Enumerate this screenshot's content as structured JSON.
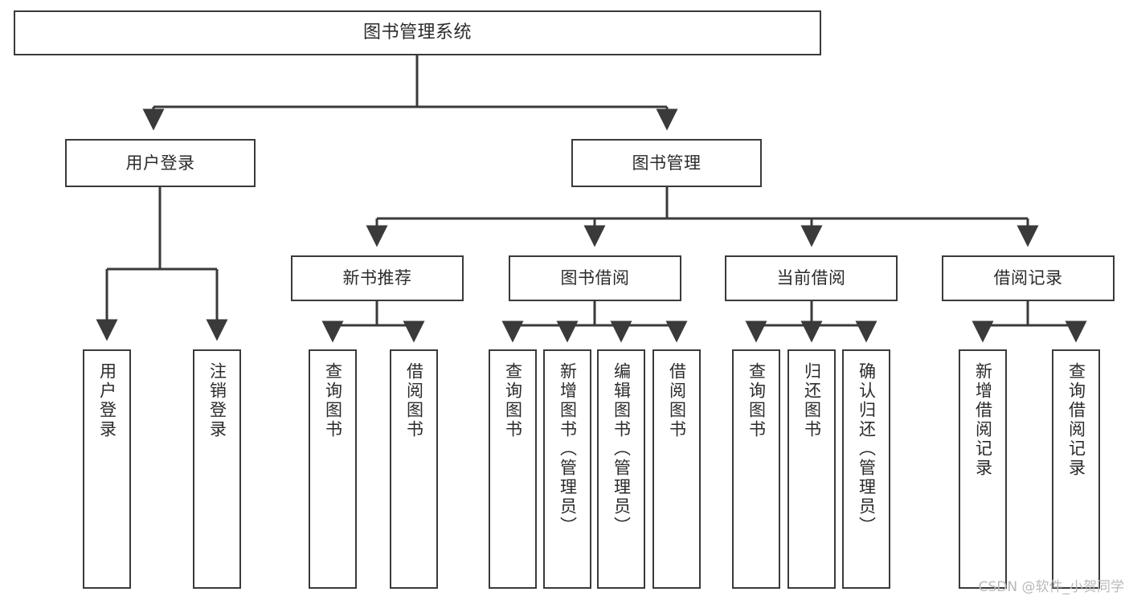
{
  "diagram": {
    "type": "tree",
    "title": "图书管理系统",
    "root": {
      "id": "root",
      "label": "图书管理系统"
    },
    "level2": [
      {
        "id": "user-login",
        "label": "用户登录"
      },
      {
        "id": "book-manage",
        "label": "图书管理"
      }
    ],
    "level3": [
      {
        "id": "new-book-recommend",
        "label": "新书推荐",
        "parent": "book-manage"
      },
      {
        "id": "book-borrow",
        "label": "图书借阅",
        "parent": "book-manage"
      },
      {
        "id": "current-borrow",
        "label": "当前借阅",
        "parent": "book-manage"
      },
      {
        "id": "borrow-record",
        "label": "借阅记录",
        "parent": "book-manage"
      }
    ],
    "leaves": [
      {
        "id": "leaf-user-login",
        "label": "用户登录",
        "parent": "user-login"
      },
      {
        "id": "leaf-logout",
        "label": "注销登录",
        "parent": "user-login"
      },
      {
        "id": "leaf-query-book-1",
        "label": "查询图书",
        "parent": "new-book-recommend"
      },
      {
        "id": "leaf-borrow-book-1",
        "label": "借阅图书",
        "parent": "new-book-recommend"
      },
      {
        "id": "leaf-query-book-2",
        "label": "查询图书",
        "parent": "book-borrow"
      },
      {
        "id": "leaf-add-book",
        "label": "新增图书（管理员）",
        "parent": "book-borrow"
      },
      {
        "id": "leaf-edit-book",
        "label": "编辑图书（管理员）",
        "parent": "book-borrow"
      },
      {
        "id": "leaf-borrow-book-2",
        "label": "借阅图书",
        "parent": "book-borrow"
      },
      {
        "id": "leaf-query-book-3",
        "label": "查询图书",
        "parent": "current-borrow"
      },
      {
        "id": "leaf-return-book",
        "label": "归还图书",
        "parent": "current-borrow"
      },
      {
        "id": "leaf-confirm-return",
        "label": "确认归还（管理员）",
        "parent": "current-borrow"
      },
      {
        "id": "leaf-add-record",
        "label": "新增借阅记录",
        "parent": "borrow-record"
      },
      {
        "id": "leaf-query-record",
        "label": "查询借阅记录",
        "parent": "borrow-record"
      }
    ],
    "colors": {
      "stroke": "#3a3a3a",
      "text": "#2b2b2b",
      "background": "#ffffff",
      "watermark": "#b9b9b9"
    }
  },
  "watermark": {
    "text": "CSDN @软件_小贺同学"
  }
}
